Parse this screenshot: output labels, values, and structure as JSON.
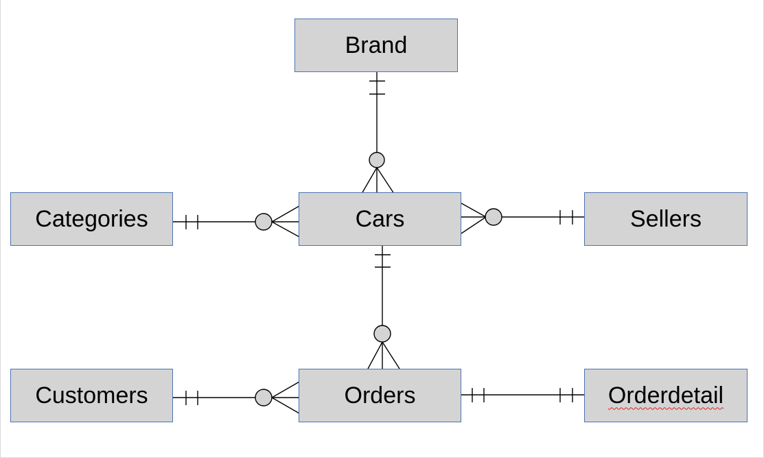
{
  "entities": {
    "brand": "Brand",
    "categories": "Categories",
    "cars": "Cars",
    "sellers": "Sellers",
    "customers": "Customers",
    "orders": "Orders",
    "orderdetail": "Orderdetail"
  },
  "relationships": [
    {
      "from": "Brand",
      "to": "Cars",
      "from_cardinality": "one-and-only-one",
      "to_cardinality": "zero-or-many"
    },
    {
      "from": "Categories",
      "to": "Cars",
      "from_cardinality": "one-and-only-one",
      "to_cardinality": "zero-or-many"
    },
    {
      "from": "Sellers",
      "to": "Cars",
      "from_cardinality": "one-and-only-one",
      "to_cardinality": "zero-or-many"
    },
    {
      "from": "Cars",
      "to": "Orders",
      "from_cardinality": "one-and-only-one",
      "to_cardinality": "zero-or-many"
    },
    {
      "from": "Customers",
      "to": "Orders",
      "from_cardinality": "one-and-only-one",
      "to_cardinality": "zero-or-many"
    },
    {
      "from": "Orders",
      "to": "Orderdetail",
      "from_cardinality": "one-and-only-one",
      "to_cardinality": "one-and-only-one"
    }
  ],
  "colors": {
    "entity_fill": "#d4d4d4",
    "entity_border": "#4a72b2",
    "line": "#000000",
    "spellcheck_underline": "#e02020"
  }
}
